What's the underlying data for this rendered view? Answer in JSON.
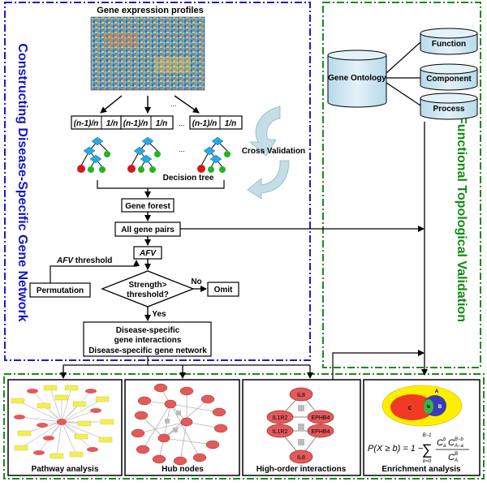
{
  "panels": {
    "left_title": "Constructing Disease-Specific Gene Network",
    "right_title": "Functional Topological Validation"
  },
  "expression": {
    "label": "Gene expression profiles"
  },
  "splits": {
    "label_a": "(n-1)/n",
    "label_b": "1/n",
    "dots": "..."
  },
  "cross_validation": "Cross Validation",
  "decision_tree": "Decision tree",
  "flow": {
    "gene_forest": "Gene forest",
    "all_pairs": "All gene pairs",
    "afv": "AFV",
    "afv_threshold_em": "AFV",
    "afv_threshold_rest": " threshold",
    "permutation": "Permutation",
    "decision_line1": "Strength>",
    "decision_line2": "threshold?",
    "no": "No",
    "yes": "Yes",
    "omit": "Omit",
    "result_line1": "Disease-specific",
    "result_line2": "gene interactions",
    "result_line3": "Disease-specific gene network"
  },
  "ontology": {
    "root": "Gene Ontology",
    "function": "Function",
    "component": "Component",
    "process": "Process"
  },
  "analyses": {
    "pathway": "Pathway analysis",
    "hub": "Hub nodes",
    "high_order": "High-order interactions",
    "enrichment": "Enrichment analysis"
  },
  "high_order_nodes": {
    "top": "IL8",
    "left_upper": "IL1R2",
    "right_upper": "EPHB4",
    "left_lower": "IL1R2",
    "right_lower": "EPHB4",
    "bottom": "IL8"
  },
  "venn": {
    "a": "A",
    "b": "B",
    "c": "C",
    "overlap": "b"
  },
  "formula": {
    "lhs": "P(X ≥ b) = 1 −",
    "sum_top": "B−1",
    "sum": "∑",
    "sum_bottom": "b=0",
    "numerator": "C",
    "num_sub1": "a",
    "num_sup1": "b",
    "num_sub2": "A−a",
    "num_sup2": "B−b",
    "denominator": "C",
    "den_sub": "A",
    "den_sup": "B"
  },
  "colors": {
    "left_border": "#1a1ad6",
    "right_border": "#1d8a1d",
    "title_blue": "#1414c8",
    "title_green": "#138a13",
    "diamond": "#29a9e0",
    "leaf_red": "#d8161b",
    "leaf_green": "#1fb51f",
    "cv_arrow": "#c4dde6",
    "cylinder": "#cfe7f3",
    "venn_yellow": "#ffee00",
    "venn_red": "#ef3b24",
    "venn_blue": "#3b3bb3",
    "venn_green": "#3ab54a",
    "node_red": "#e35a5a",
    "pathway_yellow": "#f4ee55"
  }
}
